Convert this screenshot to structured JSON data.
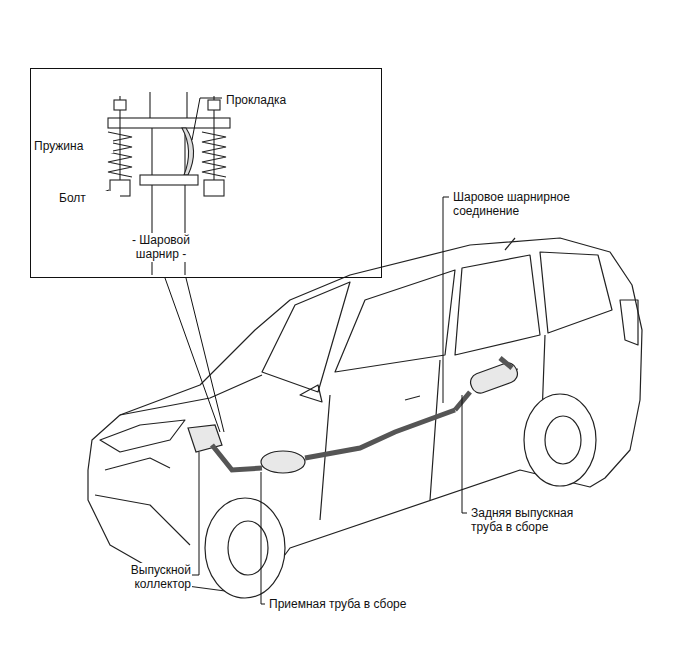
{
  "diagram": {
    "nodes": [
      {
        "text": [
          "Прокладка",
          "Пружина",
          "Болт",
          "- Шаровой шарнир -"
        ]
      }
    ],
    "labels": [
      "Шаровое шарнирное соединение",
      "Задняя выпускная труба в сборе",
      "Выпускной коллектор",
      "Приемная труба в сборе"
    ]
  }
}
